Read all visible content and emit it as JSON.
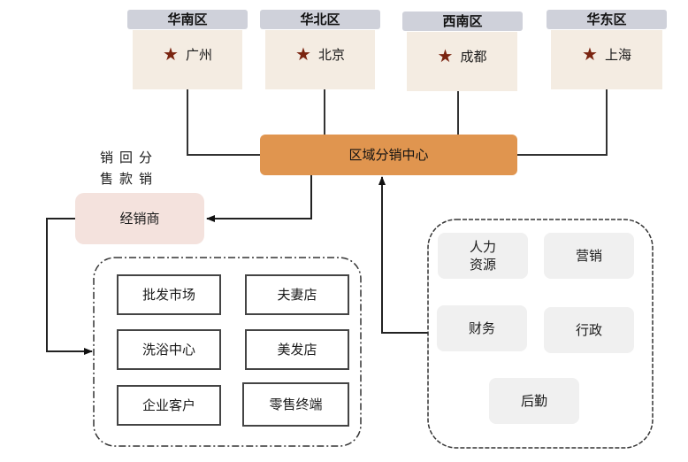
{
  "regions": [
    {
      "name": "华南区",
      "city": "广州",
      "icon": "star-icon"
    },
    {
      "name": "华北区",
      "city": "北京",
      "icon": "star-icon"
    },
    {
      "name": "西南区",
      "city": "成都",
      "icon": "star-icon"
    },
    {
      "name": "华东区",
      "city": "上海",
      "icon": "star-icon"
    }
  ],
  "star_glyph": "★",
  "hub": {
    "label": "区域分销中心"
  },
  "flow_label": {
    "line1": "销回分",
    "line2": "售款销"
  },
  "dealer": {
    "label": "经销商"
  },
  "outlets": [
    "批发市场",
    "夫妻店",
    "洗浴中心",
    "美发店",
    "企业客户",
    "零售终端"
  ],
  "departments": [
    {
      "label_line1": "人力",
      "label_line2": "资源"
    },
    {
      "label_line1": "营销",
      "label_line2": ""
    },
    {
      "label_line1": "财务",
      "label_line2": ""
    },
    {
      "label_line1": "行政",
      "label_line2": ""
    },
    {
      "label_line1": "后勤",
      "label_line2": ""
    }
  ],
  "colors": {
    "region_header": "#cfd1da",
    "region_body": "#f4ece2",
    "star": "#7a2410",
    "hub": "#e0954f",
    "dealer": "#f4e2dd",
    "department": "#f0f0f0"
  }
}
